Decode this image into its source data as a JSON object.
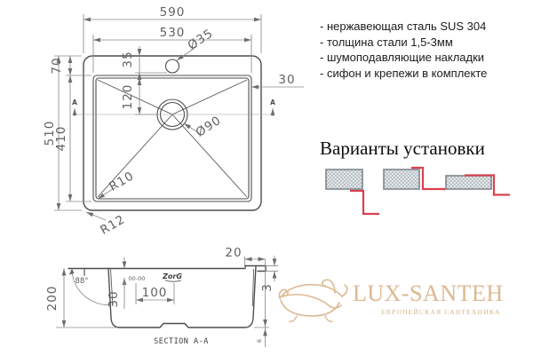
{
  "features": {
    "items": [
      "- нержавеющая сталь SUS 304",
      "- толщина стали 1,5-3мм",
      "- шумоподавляющие накладки",
      "- сифон и крепежи в комплекте"
    ]
  },
  "installation": {
    "title": "Варианты установки",
    "options": [
      "undermount",
      "flush-mount",
      "overmount"
    ]
  },
  "top_view": {
    "width_overall": "590",
    "width_bowl": "530",
    "depth_overall": "510",
    "depth_bowl": "410",
    "flange_top": "70",
    "faucet_offset": "35",
    "faucet_hole": "Ø35",
    "drain_offset": "120",
    "drain_hole": "Ø90",
    "side_gap": "30",
    "radius_bowl": "R10",
    "radius_outer": "R12",
    "section_letter": "A"
  },
  "section_view": {
    "lip_width": "20",
    "lip_height": "3",
    "bowl_depth": "200",
    "wall_angle": "88°",
    "holes_offset": "30",
    "holes_span": "100",
    "holes_mark": "00-00",
    "brand_stamp": "ZorG",
    "bottom_gap": "6",
    "label": "SECTION A-A"
  },
  "watermark": {
    "brand": "LUX-SANTEH",
    "tagline": "ЕВРОПЕЙСКАЯ САНТЕХНИКА"
  },
  "colors": {
    "line": "#4d4d4d",
    "dim_gray": "#8a8a8a",
    "accent_red": "#d8414f",
    "hatch_gray": "#aab3b8",
    "gold": "#d9b286"
  }
}
